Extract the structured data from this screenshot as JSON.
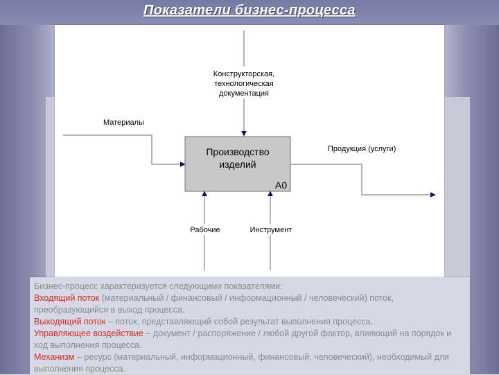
{
  "slide": {
    "title": "Показатели бизнес-процесса"
  },
  "diagram": {
    "process_label_line1": "Производство",
    "process_label_line2": "изделий",
    "process_id": "A0",
    "control_line1": "Конструкторская,",
    "control_line2": "технологическая",
    "control_line3": "документация",
    "input_label": "Материалы",
    "output_label": "Продукция (услуги)",
    "mechanism1_label": "Рабочие",
    "mechanism2_label": "Инструмент",
    "colors": {
      "box_fill": "#c8c8c8",
      "line": "#8a8a8a",
      "arrow": "#0a1a5c"
    }
  },
  "description": {
    "intro": "Бизнес-процесс характеризуется следующими показателями:",
    "items": [
      {
        "term": "Входящий поток",
        "text": " (материальный / финансовый / информационный / человеческий) поток, преобразующийся в выход процесса."
      },
      {
        "term": "Выходящий поток",
        "text": " – поток, представляющий собой результат выполнения процесса."
      },
      {
        "term": "Управляющее воздействие",
        "text": " – документ / распоряжение / любой другой фактор, влияющий на порядок и ход выполнения процесса."
      },
      {
        "term": "Механизм",
        "text": " – ресурс (материальный, информационный, финансовый, человеческий), необходимый для выполнения процесса."
      }
    ],
    "colors": {
      "term": "#d42a1e",
      "text": "#8a8a8e"
    }
  }
}
